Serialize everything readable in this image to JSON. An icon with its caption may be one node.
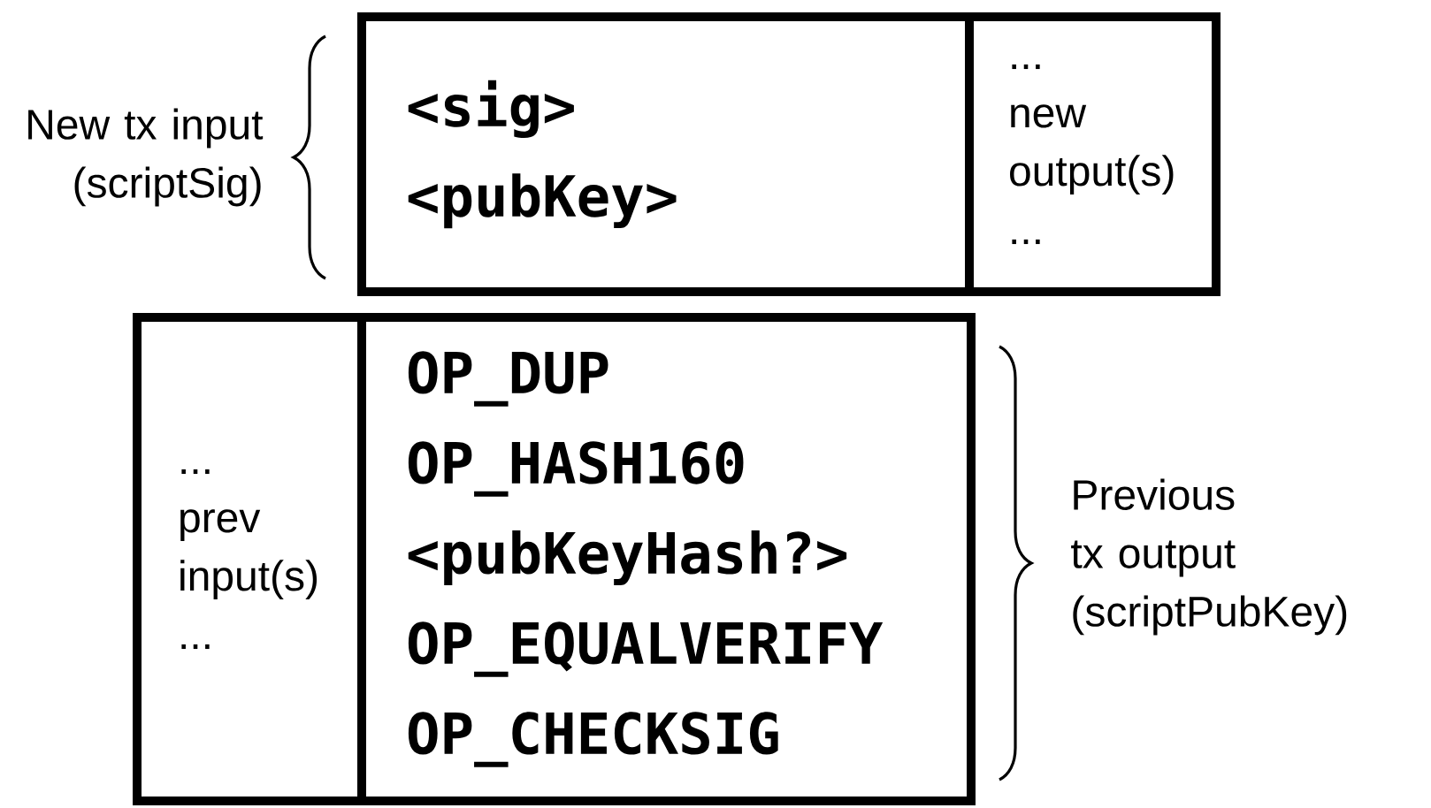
{
  "diagram": {
    "nodes": [
      {
        "text": [
          "<sig>",
          "<pubKey>"
        ],
        "beside": [
          "New tx input (scriptSig)"
        ]
      },
      {
        "text": [
          "...",
          "new output(s)",
          "..."
        ]
      },
      {
        "text": [
          "...",
          "prev input(s)",
          "..."
        ]
      },
      {
        "text": [
          "OP_DUP",
          "OP_HASH160",
          "<pubKeyHash?>",
          "OP_EQUALVERIFY",
          "OP_CHECKSIG"
        ],
        "beside": [
          "Previous tx output (scriptPubKey)"
        ]
      }
    ]
  }
}
